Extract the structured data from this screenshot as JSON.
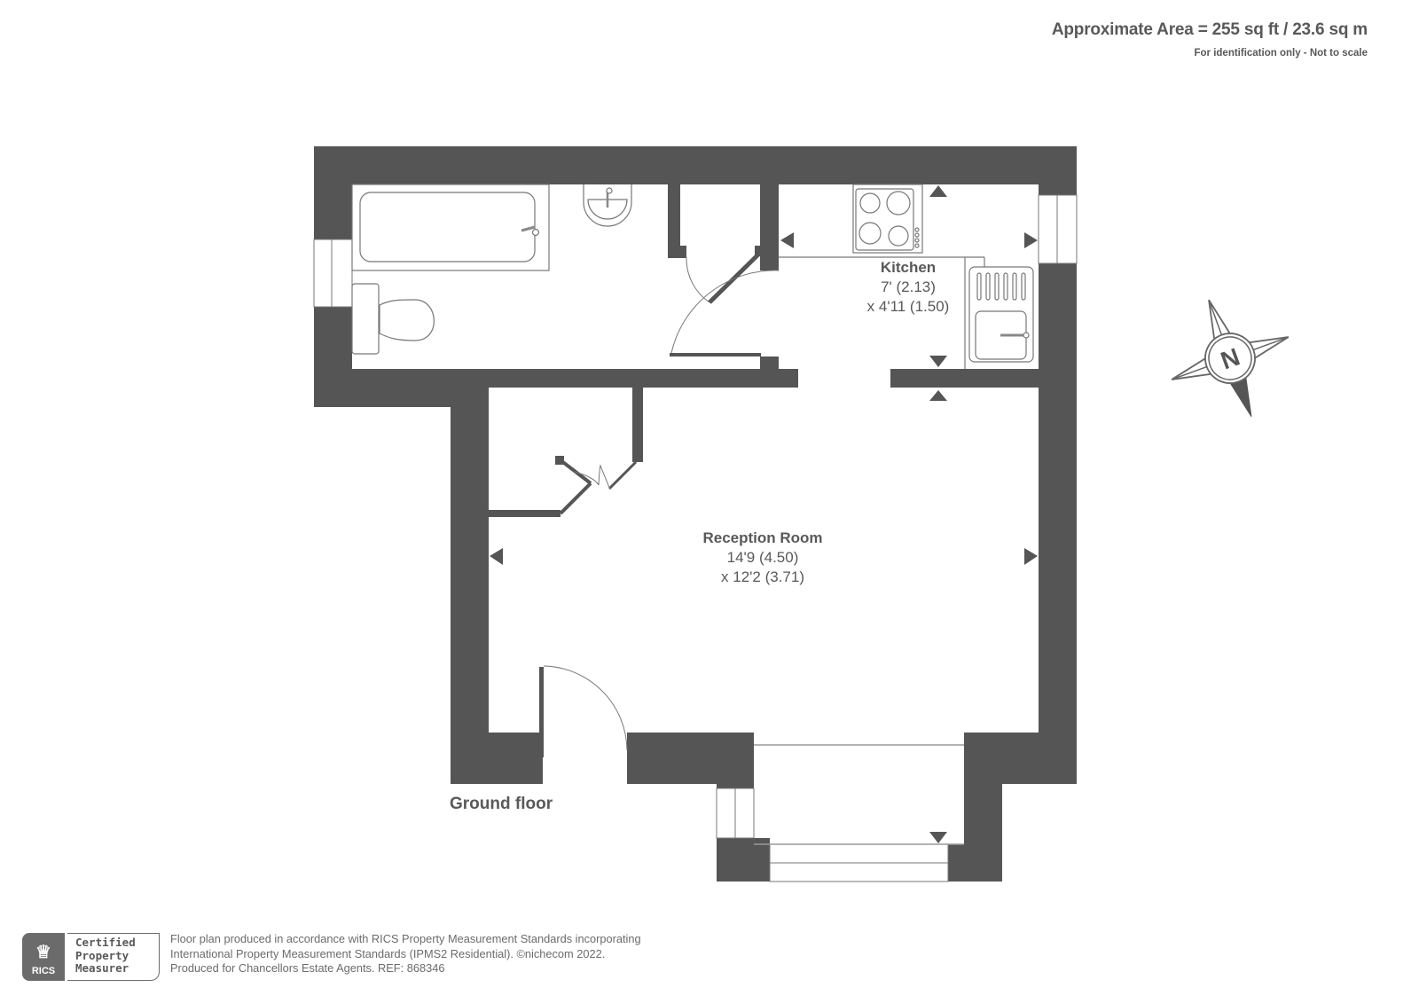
{
  "header": {
    "area": "Approximate Area = 255 sq ft / 23.6 sq m",
    "note": "For identification only - Not to scale"
  },
  "colors": {
    "wall": "#555555",
    "line": "#888888",
    "text": "#595959"
  },
  "rooms": [
    {
      "name": "Kitchen",
      "dim1": "7' (2.13)",
      "dim2": "x 4'11 (1.50)"
    },
    {
      "name": "Reception Room",
      "dim1": "14'9 (4.50)",
      "dim2": "x 12'2 (3.71)"
    }
  ],
  "floor_label": "Ground floor",
  "compass": {
    "letter": "N",
    "icon": "compass-north-icon"
  },
  "footer": {
    "badge_brand": "RICS",
    "badge_lines": [
      "Certified",
      "Property",
      "Measurer"
    ],
    "lines": [
      "Floor plan produced in accordance with RICS Property Measurement Standards incorporating",
      "International Property Measurement Standards (IPMS2 Residential).   ©nichecom 2022.",
      "Produced for Chancellors Estate Agents.   REF: 868346"
    ]
  }
}
